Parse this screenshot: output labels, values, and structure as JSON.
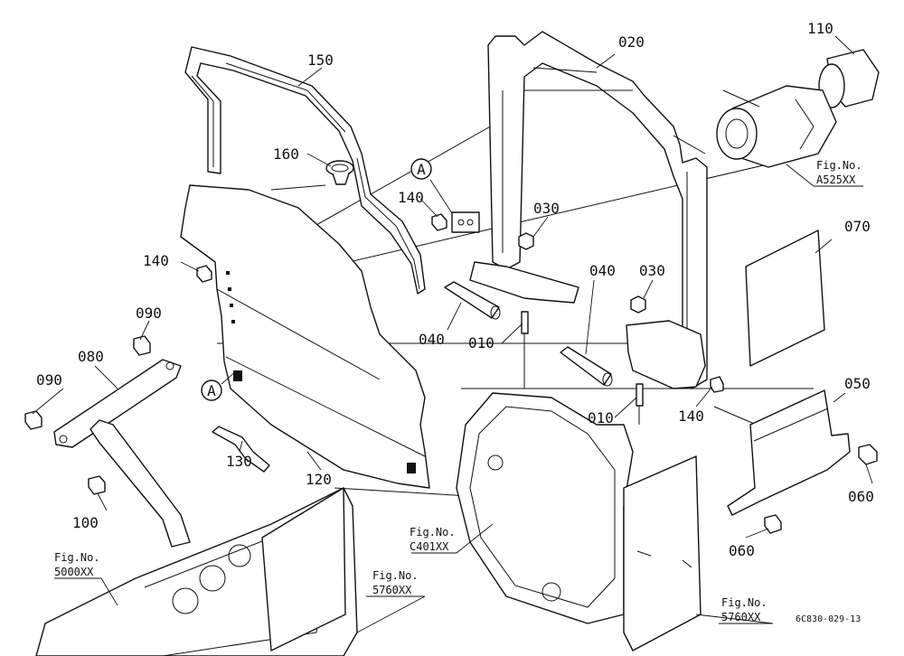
{
  "parts": [
    {
      "id": "p110",
      "label": "110"
    },
    {
      "id": "p150",
      "label": "150"
    },
    {
      "id": "p020",
      "label": "020"
    },
    {
      "id": "p160",
      "label": "160"
    },
    {
      "id": "p140a",
      "label": "140"
    },
    {
      "id": "p030a",
      "label": "030"
    },
    {
      "id": "p140b",
      "label": "140"
    },
    {
      "id": "p070",
      "label": "070"
    },
    {
      "id": "p040a",
      "label": "040"
    },
    {
      "id": "p030b",
      "label": "030"
    },
    {
      "id": "p090a",
      "label": "090"
    },
    {
      "id": "p040b",
      "label": "040"
    },
    {
      "id": "p010a",
      "label": "010"
    },
    {
      "id": "p080",
      "label": "080"
    },
    {
      "id": "p090b",
      "label": "090"
    },
    {
      "id": "p140c",
      "label": "140"
    },
    {
      "id": "p050",
      "label": "050"
    },
    {
      "id": "p010b",
      "label": "010"
    },
    {
      "id": "p130",
      "label": "130"
    },
    {
      "id": "p120",
      "label": "120"
    },
    {
      "id": "p060a",
      "label": "060"
    },
    {
      "id": "p100",
      "label": "100"
    },
    {
      "id": "p060b",
      "label": "060"
    }
  ],
  "callouts": [
    {
      "id": "ca1",
      "letter": "A"
    },
    {
      "id": "ca2",
      "letter": "A"
    }
  ],
  "references": [
    {
      "id": "r1",
      "prefix": "Fig.No.",
      "code": "A525XX"
    },
    {
      "id": "r2",
      "prefix": "Fig.No.",
      "code": "C401XX"
    },
    {
      "id": "r3",
      "prefix": "Fig.No.",
      "code": "5000XX"
    },
    {
      "id": "r4",
      "prefix": "Fig.No.",
      "code": "5760XX"
    },
    {
      "id": "r5",
      "prefix": "Fig.No.",
      "code": "5760XX"
    }
  ],
  "drawing_code": "6C830-029-13"
}
